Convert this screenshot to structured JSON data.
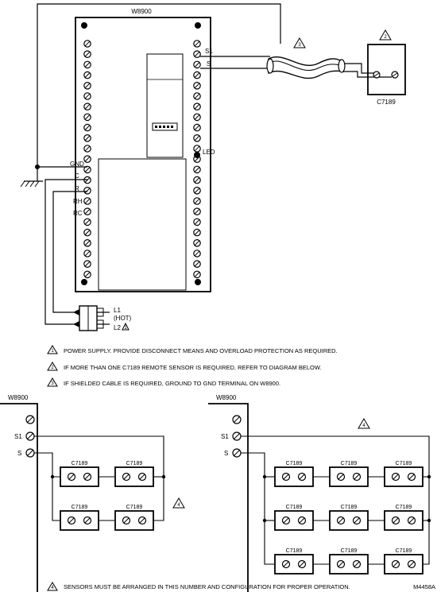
{
  "controller": {
    "title": "W8900",
    "labels": {
      "gnd": "GND",
      "c": "C",
      "r": "R",
      "rh": "RH",
      "rc": "RC",
      "s1": "S1",
      "s": "S",
      "led": "LED"
    }
  },
  "sensor": {
    "model": "C7189"
  },
  "power": {
    "l1": "L1",
    "hot": "(HOT)",
    "l2": "L2"
  },
  "callouts": {
    "one": "1",
    "two": "2",
    "three": "3",
    "four": "4"
  },
  "notes": [
    "POWER SUPPLY. PROVIDE DISCONNECT MEANS AND OVERLOAD PROTECTION AS REQUIRED.",
    "IF MORE THAN ONE C7189 REMOTE SENSOR IS REQUIRED, REFER TO DIAGRAM BELOW.",
    "IF SHIELDED CABLE IS REQUIRED, GROUND TO GND TERMINAL ON W8900."
  ],
  "bottom": {
    "left_title": "W8900",
    "right_title": "W8900",
    "s1": "S1",
    "s": "S"
  },
  "footer_note": "SENSORS MUST BE ARRANGED IN THIS NUMBER AND CONFIGURATION FOR PROPER OPERATION.",
  "drawing_id": "M4458A"
}
